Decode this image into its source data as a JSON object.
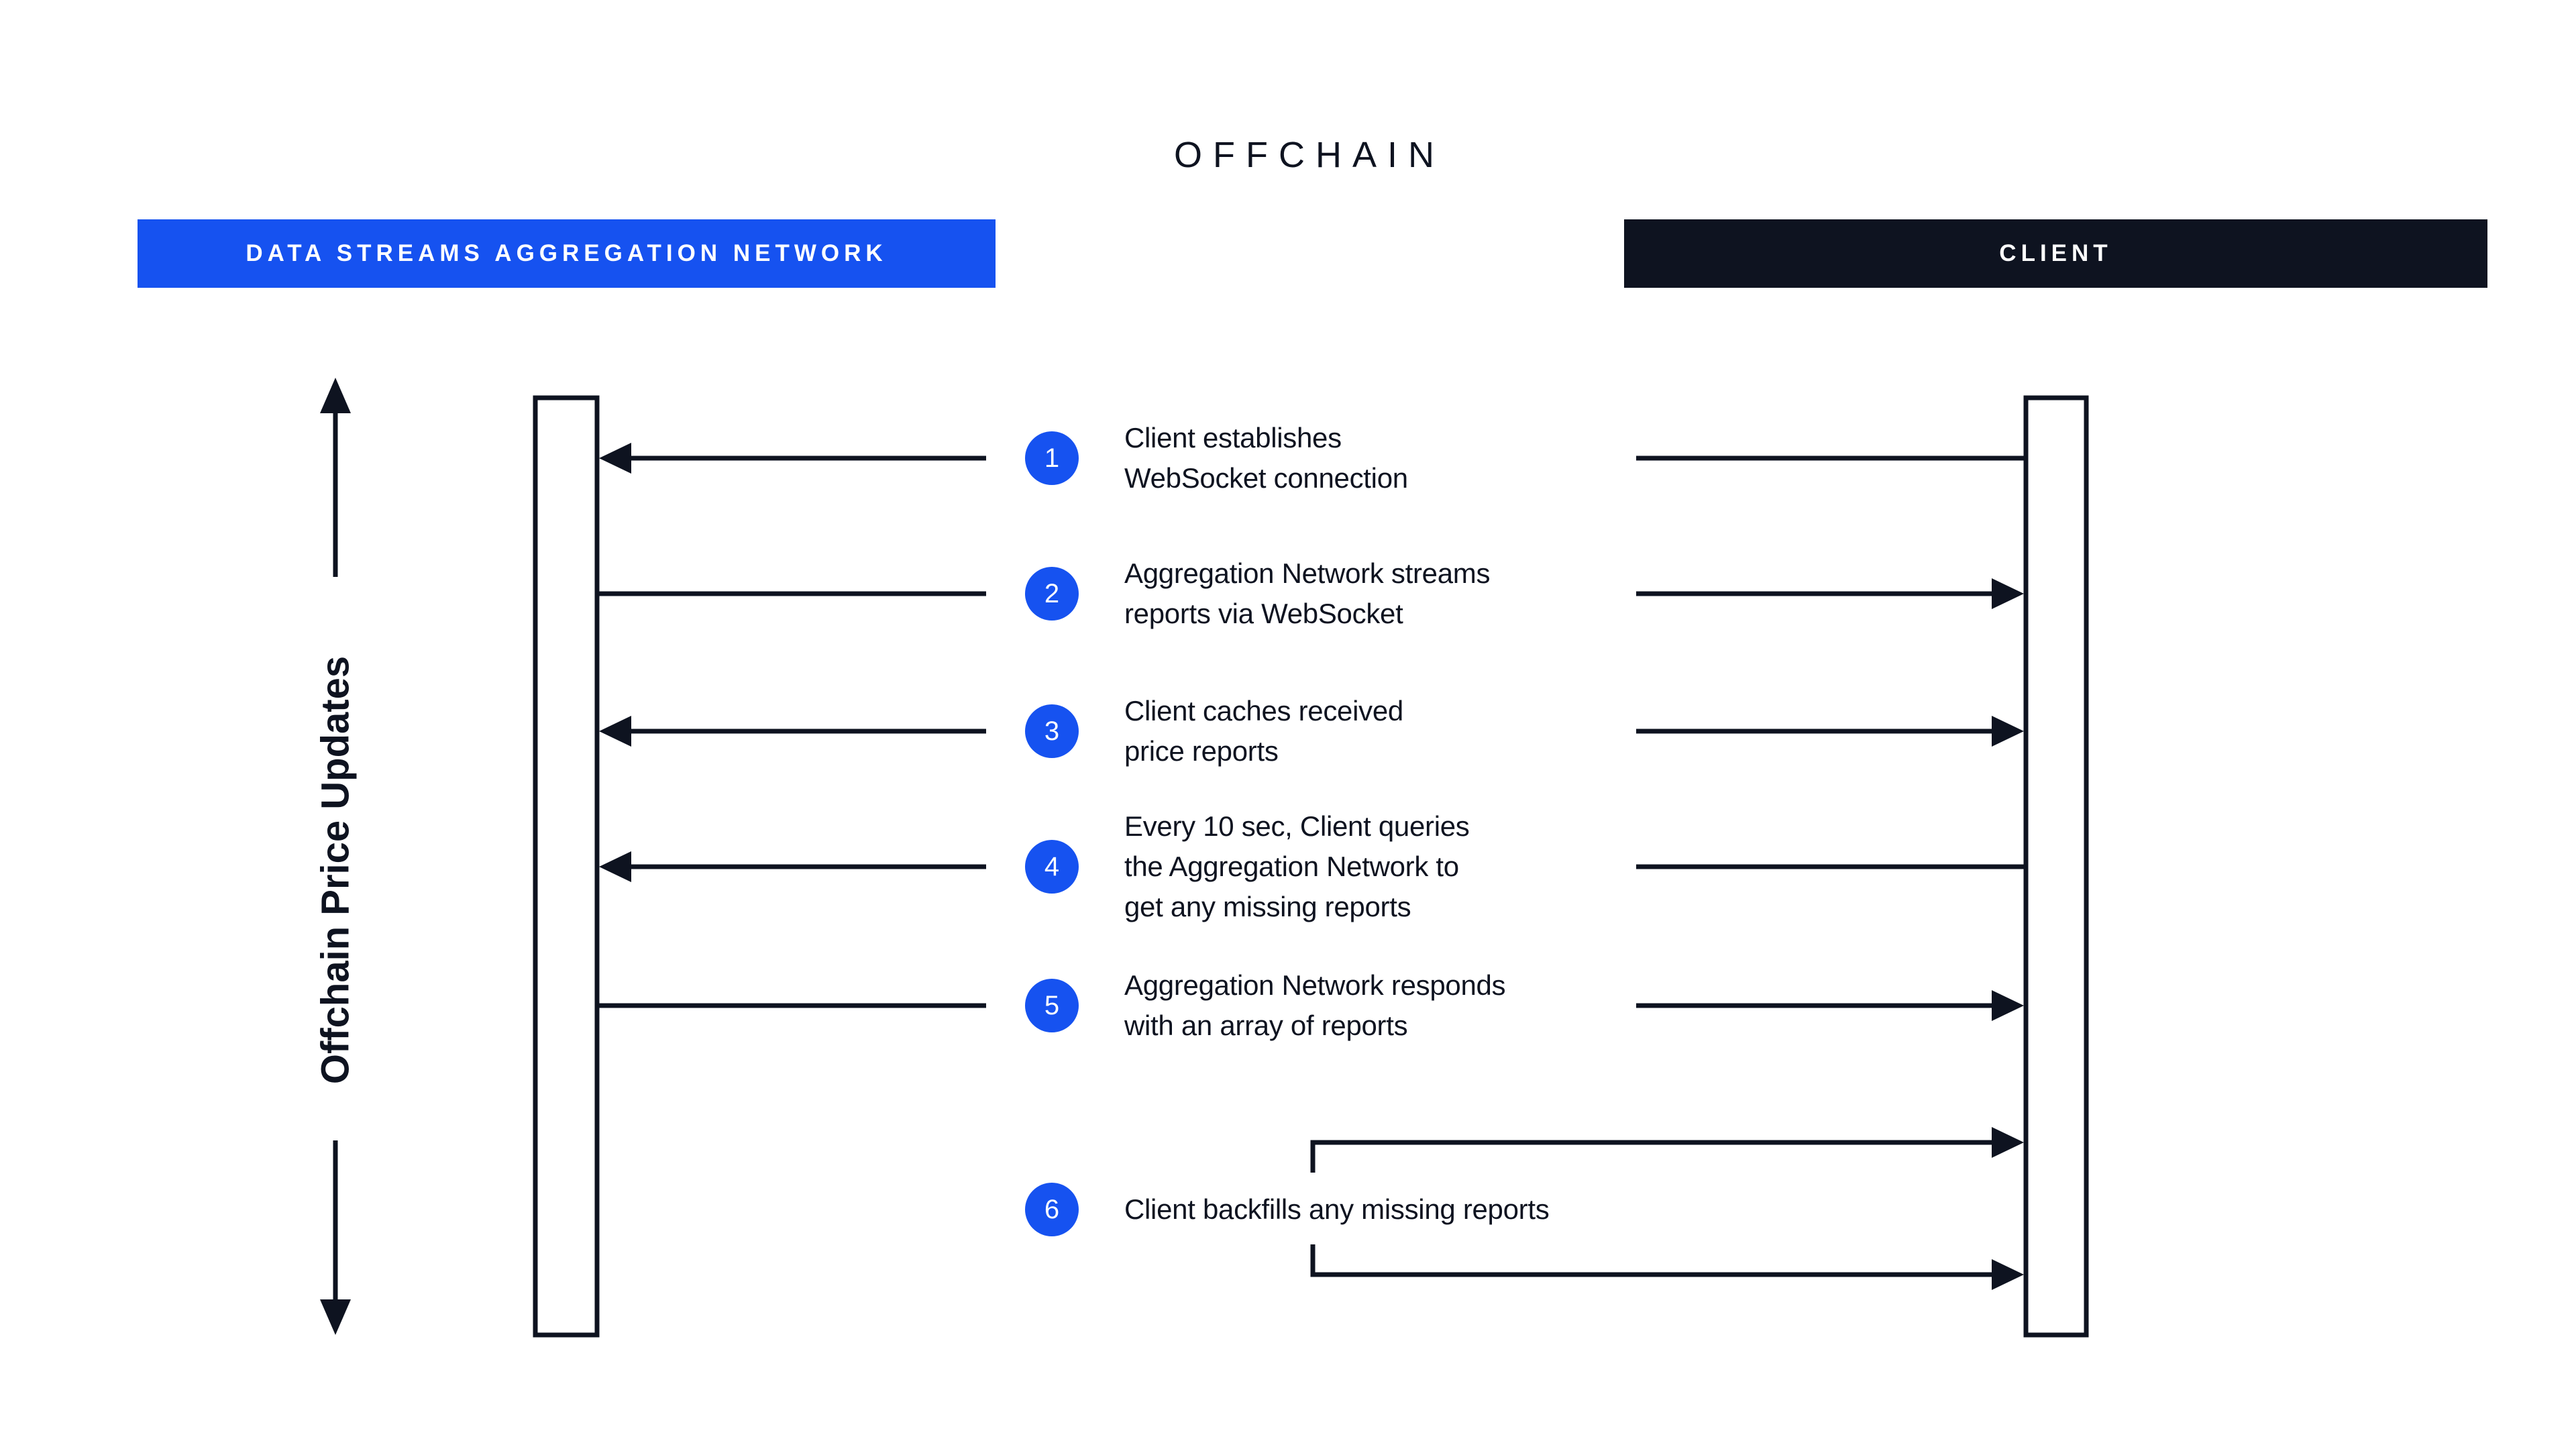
{
  "title": "OFFCHAIN",
  "headers": {
    "network": "DATA STREAMS AGGREGATION NETWORK",
    "client": "CLIENT"
  },
  "axis": {
    "label": "Offchain Price Updates"
  },
  "steps": [
    {
      "number": "1",
      "text": "Client establishes\nWebSocket connection",
      "arrow": "to_network"
    },
    {
      "number": "2",
      "text": "Aggregation Network streams\nreports via WebSocket",
      "arrow": "to_client"
    },
    {
      "number": "3",
      "text": "Client caches received\nprice reports",
      "arrow": "both_outward"
    },
    {
      "number": "4",
      "text": "Every 10 sec, Client queries\nthe Aggregation Network to\nget any missing reports",
      "arrow": "to_network"
    },
    {
      "number": "5",
      "text": "Aggregation Network responds\nwith an array of reports",
      "arrow": "to_client"
    },
    {
      "number": "6",
      "text": "Client backfills any missing reports",
      "arrow": "client_backfill_loop"
    }
  ],
  "colors": {
    "accent_blue": "#1652F0",
    "ink": "#0E1320",
    "background": "#FFFFFF",
    "header_text": "#FFFFFF"
  }
}
